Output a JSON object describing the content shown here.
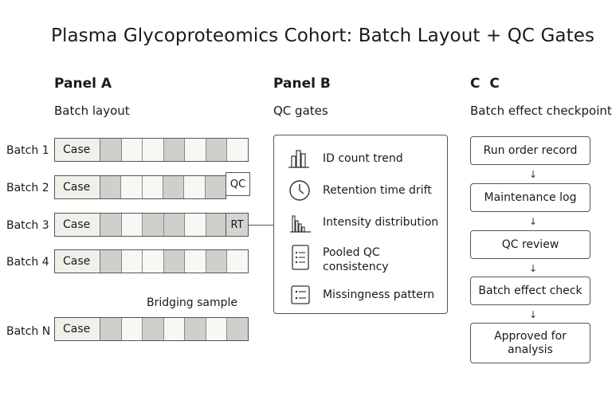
{
  "title": "Plasma Glycoproteomics Cohort: Batch Layout + QC Gates",
  "panel_a": {
    "heading": "Panel A",
    "subtitle": "Batch layout",
    "case_label": "Case",
    "batches": [
      "Batch 1",
      "Batch 2",
      "Batch 3",
      "Batch 4",
      "Batch N"
    ],
    "qc_tag": "QC",
    "rt_tag": "RT",
    "bridging_label": "Bridging sample"
  },
  "panel_b": {
    "heading": "Panel B",
    "subtitle": "QC gates",
    "items": [
      {
        "icon": "bar-chart-icon",
        "label": "ID count trend"
      },
      {
        "icon": "clock-icon",
        "label": "Retention time drift"
      },
      {
        "icon": "histogram-icon",
        "label": "Intensity distribution"
      },
      {
        "icon": "document-icon",
        "label_line1": "Pooled QC",
        "label_line2": "consistency"
      },
      {
        "icon": "checklist-icon",
        "label": "Missingness pattern"
      }
    ]
  },
  "panel_c": {
    "heading": "C  C",
    "subtitle": "Batch effect checkpoints",
    "steps": [
      "Run order record",
      "Maintenance log",
      "QC review",
      "Batch effect check"
    ],
    "final_line1": "Approved for",
    "final_line2": "analysis"
  }
}
